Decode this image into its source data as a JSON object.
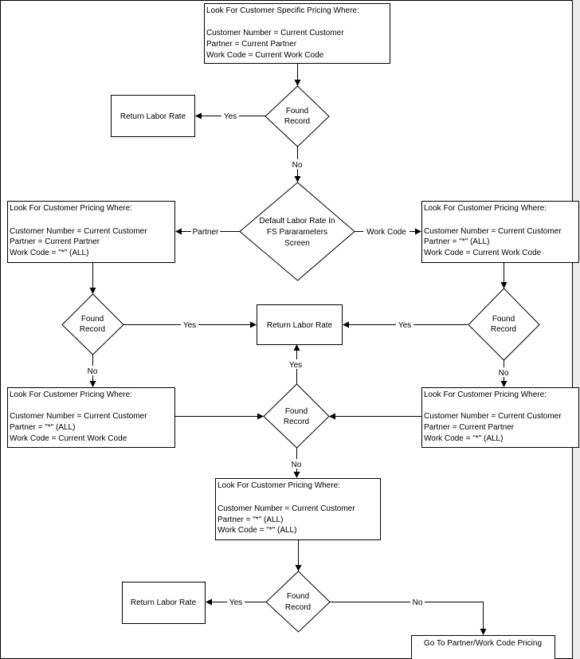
{
  "start_box": {
    "title": "Look For Customer Specific Pricing Where:",
    "lines": [
      "Customer Number = Current Customer",
      "Partner = Current Partner",
      "Work Code = Current Work Code"
    ]
  },
  "decision_found": [
    "Found",
    "Record"
  ],
  "return_labor_rate": "Return Labor Rate",
  "labels": {
    "yes": "Yes",
    "no": "No",
    "partner": "Partner",
    "work_code": "Work Code"
  },
  "default_decision": [
    "Default Labor Rate In",
    "FS Pararameters",
    "Screen"
  ],
  "partner_box": {
    "title": "Look For Customer Pricing Where:",
    "lines": [
      "Customer Number = Current Customer",
      "Partner = Current Partner",
      "Work Code = \"*\" (ALL)"
    ]
  },
  "workcode_box": {
    "title": "Look For Customer  Pricing Where:",
    "lines": [
      "Customer Number = Current Customer",
      "Partner = \"*\" (ALL)",
      "Work Code = Current Work Code"
    ]
  },
  "left_second_box": {
    "title": "Look For Customer  Pricing Where:",
    "lines": [
      "Customer Number = Current Customer",
      "Partner = \"*\" (ALL)",
      "Work Code = Current Work Code"
    ]
  },
  "right_second_box": {
    "title": "Look For Customer Pricing Where:",
    "lines": [
      "Customer Number = Current Customer",
      "Partner = Current Partner",
      "Work Code = \"*\" (ALL)"
    ]
  },
  "all_box": {
    "title": "Look For Customer Pricing Where:",
    "lines": [
      "Customer Number = Current Customer",
      "Partner = \"*\" (ALL)",
      "Work Code = \"*\" (ALL)"
    ]
  },
  "goto_box": "Go To Partner/Work Code Pricing"
}
